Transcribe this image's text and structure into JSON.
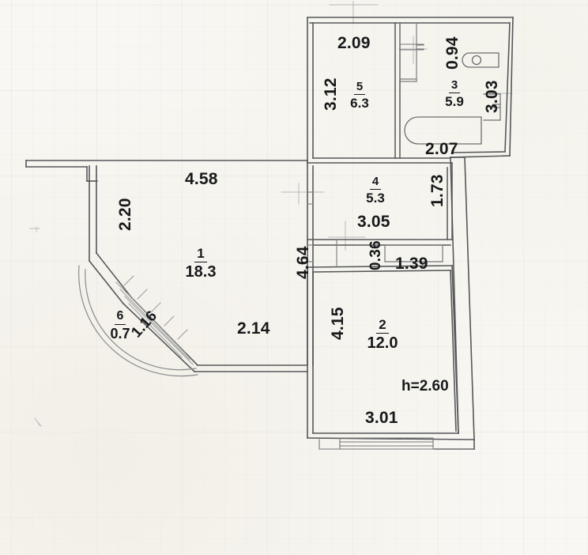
{
  "document": {
    "kind": "apartment-floor-plan",
    "ceiling_height_note": "h=2.60"
  },
  "rooms": [
    {
      "id": "room-1",
      "number": "1",
      "area": "18.3"
    },
    {
      "id": "room-2",
      "number": "2",
      "area": "12.0"
    },
    {
      "id": "room-3",
      "number": "3",
      "area": "5.9"
    },
    {
      "id": "room-4",
      "number": "4",
      "area": "5.3"
    },
    {
      "id": "room-5",
      "number": "5",
      "area": "6.3"
    },
    {
      "id": "room-6",
      "number": "6",
      "area": "0.7"
    }
  ],
  "dimensions": {
    "room5_top": "2.09",
    "room5_left": "3.12",
    "bath_top": "0.94",
    "bath_right": "3.03",
    "bath_bottom": "2.07",
    "room1_top": "4.58",
    "room1_left": "2.20",
    "room1_bottom": "2.14",
    "room1_right": "4.64",
    "balcony_width": "0.7",
    "balcony_depth": "1.16",
    "hall_width": "3.05",
    "hall_right": "1.73",
    "closet_height": "0.36",
    "closet_width": "1.39",
    "room2_left": "4.15",
    "room2_bottom": "3.01"
  },
  "fixtures": [
    {
      "name": "bathtub"
    },
    {
      "name": "washbasin"
    },
    {
      "name": "window-bottom"
    },
    {
      "name": "window-top"
    },
    {
      "name": "balcony-railing"
    }
  ],
  "colors": {
    "paper": "#f8f7f3",
    "ink": "#17181a",
    "wall": "#4a4b4d",
    "thin_line": "#8b8d8c"
  }
}
